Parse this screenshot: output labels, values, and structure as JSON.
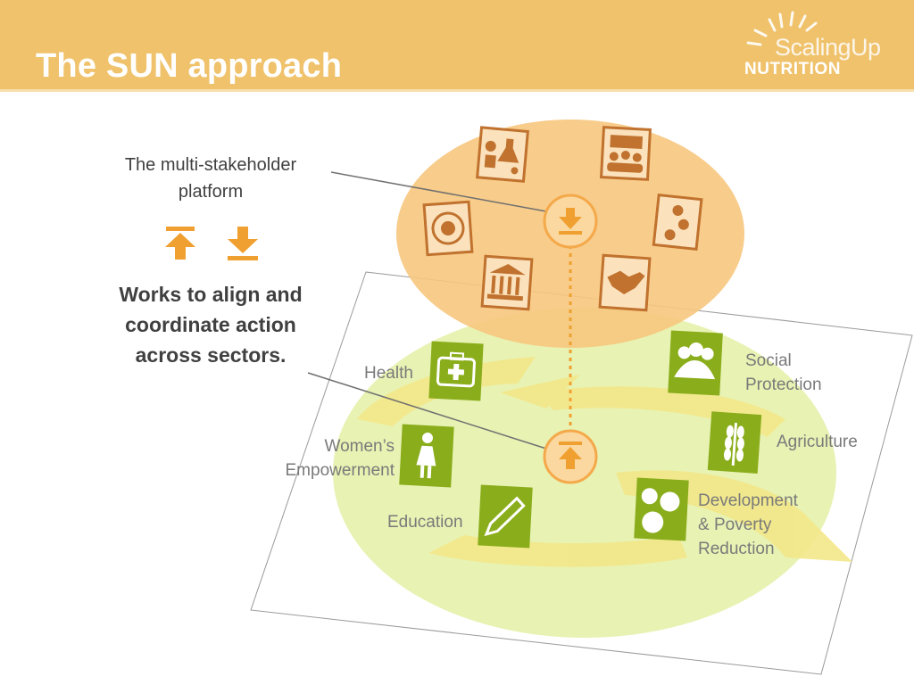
{
  "header": {
    "title": "The SUN approach",
    "logo_top": "ScalingUp",
    "logo_bottom": "NUTRITION"
  },
  "diagram": {
    "platform_label": "The multi-stakeholder\nplatform",
    "works_label": "Works to align and\ncoordinate action\nacross sectors.",
    "platform_icons": [
      "science-lab-icon",
      "people-group-icon",
      "united-nations-icon",
      "coins-icon",
      "government-building-icon",
      "handshake-icon"
    ],
    "sectors": {
      "health": "Health",
      "social_protection": "Social\nProtection",
      "agriculture": "Agriculture",
      "womens_empowerment": "Women’s\nEmpowerment",
      "education": "Education",
      "development": "Development\n& Poverty\nReduction"
    },
    "colors": {
      "header": "#efc26b",
      "platform_ellipse": "#f7c77d",
      "sector_ellipse": "#e4f0a6",
      "platform_icon": "#c0722e",
      "sector_icon": "#8aad1b",
      "arrow_orange": "#f0a030"
    }
  }
}
